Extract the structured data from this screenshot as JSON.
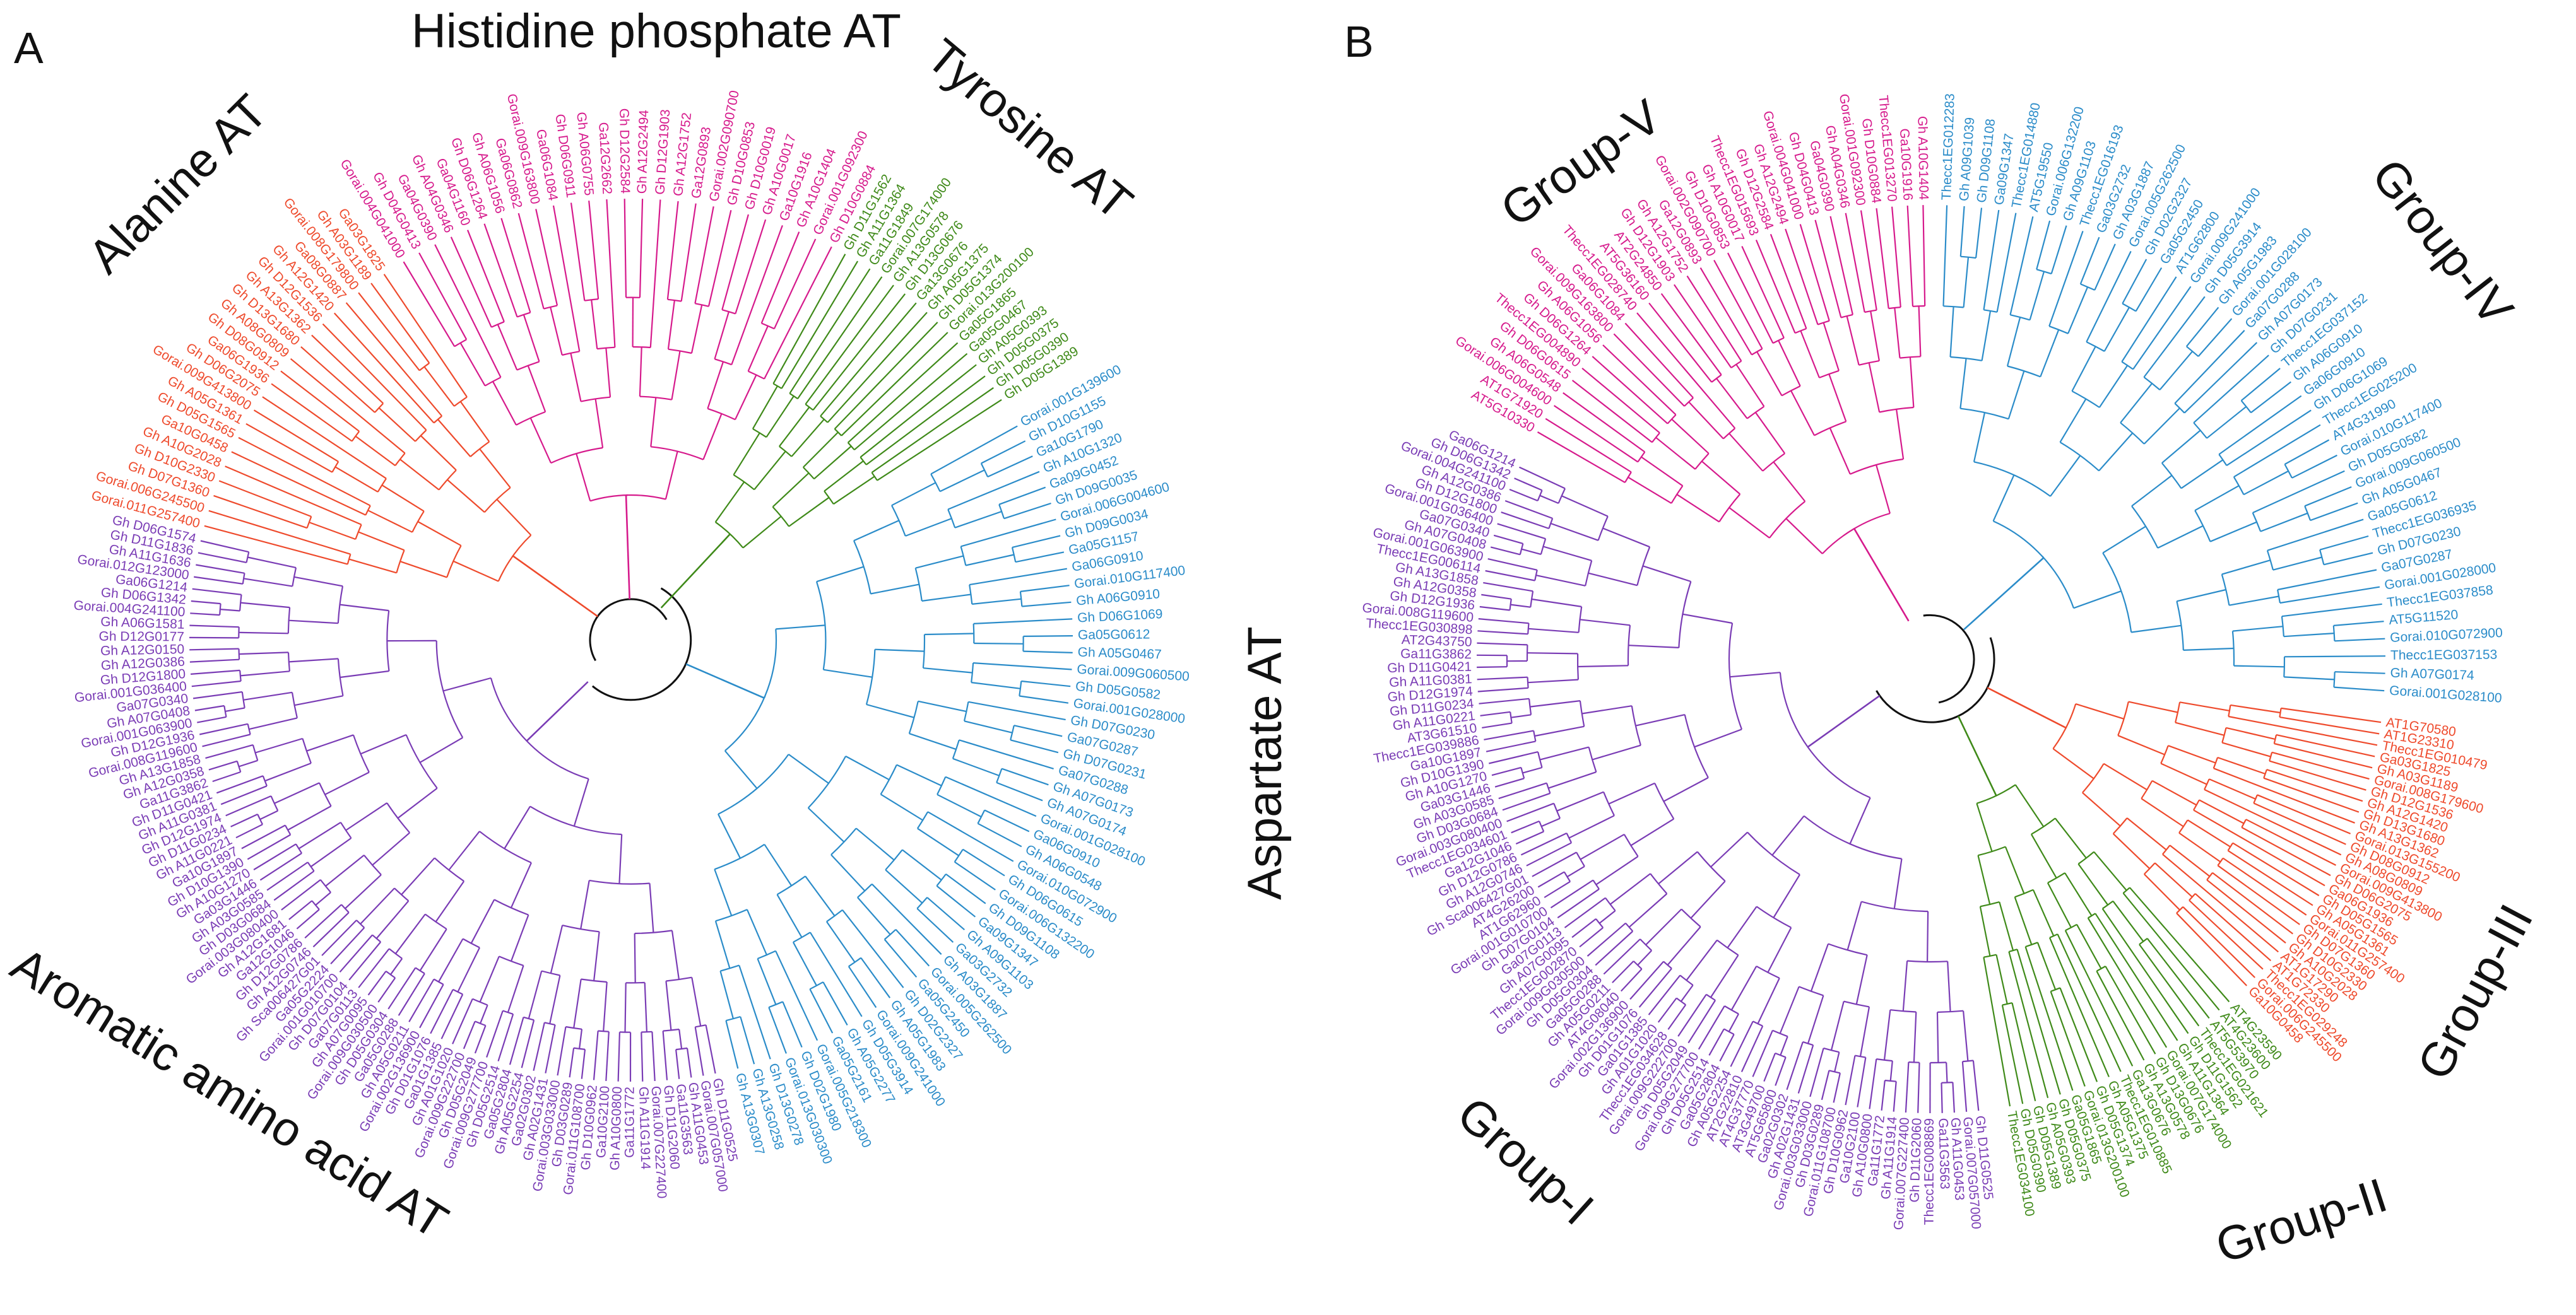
{
  "panels": [
    {
      "id": "A",
      "label": "A",
      "clades": [
        {
          "key": "alanine",
          "label": "Alanine AT",
          "color": "#ee4a2c",
          "leaves": [
            "Gorai.011G257400",
            "Gorai.006G245500",
            "Gh D07G1360",
            "Gh D10G2330",
            "Gh A10G2028",
            "Ga10G0458",
            "Gh D05G1565",
            "Gh A05G1361",
            "Gorai.009G413800",
            "Gh D06G2075",
            "Ga06G1936",
            "Gh D08G0912",
            "Gh A08G0809",
            "Gh D13G1680",
            "Gh A13G1362",
            "Gh D12G1536",
            "Gh A12G1420",
            "Ga08G0887",
            "Gorai.008G179800",
            "Gh A03G1189",
            "Ga03G1825"
          ]
        },
        {
          "key": "histidine",
          "label": "Histidine phosphate AT",
          "color": "#d61a8c",
          "leaves": [
            "Gorai.004G041000",
            "Gh D04G0413",
            "Ga04G0390",
            "Gh A04G0346",
            "Ga04G1160",
            "Gh D06G1264",
            "Gh A06G1056",
            "Ga06G0862",
            "Gorai.009G163800",
            "Ga06G1084",
            "Gh D06G0911",
            "Gh A06G0755",
            "Ga12G2662",
            "Gh D12G2584",
            "Gh A12G2494",
            "Gh D12G1903",
            "Gh A12G1752",
            "Ga12G0893",
            "Gorai.002G090700",
            "Gh D10G0853",
            "Gh D10G0019",
            "Gh A10G0017",
            "Ga10G1916",
            "Gh A10G1404",
            "Gorai.001G092300",
            "Gh D10G0884"
          ]
        },
        {
          "key": "tyrosine",
          "label": "Tyrosine AT",
          "color": "#3f8a19",
          "leaves": [
            "Gh D11G1562",
            "Gh A11G1364",
            "Ga11G1849",
            "Gorai.007G174000",
            "Gh A13G0578",
            "Gh D13G0676",
            "Ga13G0676",
            "Gh A05G1375",
            "Gh D05G1374",
            "Gorai.013G200100",
            "Ga05G1865",
            "Ga05G0467",
            "Gh A05G0393",
            "Gh D05G0375",
            "Gh D05G0390",
            "Gh D05G1389"
          ]
        },
        {
          "key": "aspartate",
          "label": "Aspartate AT",
          "color": "#2b8cc9",
          "leaves": [
            "Gorai.001G139600",
            "Gh D10G1155",
            "Ga10G1790",
            "Gh A10G1320",
            "Ga09G0452",
            "Gh D09G0035",
            "Gorai.006G004600",
            "Gh D09G0034",
            "Ga05G1157",
            "Ga06G0910",
            "Gorai.010G117400",
            "Gh A06G0910",
            "Gh D06G1069",
            "Ga05G0612",
            "Gh A05G0467",
            "Gorai.009G060500",
            "Gh D05G0582",
            "Gorai.001G028000",
            "Gh D07G0230",
            "Ga07G0287",
            "Gh D07G0231",
            "Ga07G0288",
            "Gh A07G0173",
            "Gh A07G0174",
            "Gorai.001G028100",
            "Ga06G0910",
            "Gh A06G0548",
            "Gorai.010G072900",
            "Gh D06G0615",
            "Gorai.006G132200",
            "Gh D09G1108",
            "Ga09G1347",
            "Gh A09G1103",
            "Ga03G2732",
            "Gh A03G1887",
            "Gorai.005G262500",
            "Ga05G2450",
            "Gh D02G2327",
            "Gh A05G1983",
            "Gorai.009G241000",
            "Gh D05G3914",
            "Gh A05G2277",
            "Ga05G2161",
            "Gorai.005G218300",
            "Gh D02G1980",
            "Gorai.013G030300",
            "Gh D13G0278",
            "Gh A13G0258",
            "Gh A13G0307"
          ]
        },
        {
          "key": "aromatic",
          "label": "Aromatic amino acid AT",
          "color": "#7a3cb5",
          "leaves": [
            "Gh D11G0525",
            "Gorai.007G057000",
            "Gh A11G0453",
            "Ga11G3563",
            "Gh D11G2060",
            "Gorai.007G227400",
            "Gh A11G1914",
            "Ga11G1772",
            "Gh A10G0800",
            "Ga10G2100",
            "Gh D10G0962",
            "Gorai.011G108700",
            "Gh D03G0289",
            "Gorai.003G033000",
            "Gh A02G1431",
            "Ga02G0302",
            "Gh A05G2254",
            "Ga05G2804",
            "Gh D05G2514",
            "Gorai.009G277700",
            "Gh D05G2049",
            "Gorai.009G222700",
            "Gh A01G1020",
            "Ga01G1385",
            "Gh D01G1076",
            "Gorai.002G136900",
            "Gh A05G0211",
            "Ga05G0288",
            "Gh D05G0304",
            "Gorai.009G030500",
            "Gh A07G0095",
            "Ga07G0113",
            "Gh D07G0104",
            "Gorai.001G010700",
            "Ga05G2224",
            "Gh Sca006427G01",
            "Gh A12G0746",
            "Gh D12G0786",
            "Ga12G1046",
            "Gh A12G1681",
            "Gorai.003G080400",
            "Gh D03G0684",
            "Gh A03G0585",
            "Ga03G1446",
            "Gh A10G1270",
            "Gh D10G1390",
            "Ga10G1897",
            "Gh A11G0221",
            "Gh D11G0234",
            "Gh D12G1974",
            "Gh A11G0381",
            "Gh D11G0421",
            "Ga11G3862",
            "Gh A12G0358",
            "Gh A13G1858",
            "Gorai.008G119600",
            "Gh D12G1936",
            "Gorai.001G063900",
            "Gh A07G0408",
            "Ga07G0340",
            "Gorai.001G036400",
            "Gh D12G1800",
            "Gh A12G0386",
            "Gh A12G0150",
            "Gh D12G0177",
            "Gh A06G1581",
            "Gorai.004G241100",
            "Gh D06G1342",
            "Ga06G1214",
            "Gorai.012G123000",
            "Gh A11G1636",
            "Gh D11G1836",
            "Gh D06G1574"
          ]
        }
      ]
    },
    {
      "id": "B",
      "label": "B",
      "clades": [
        {
          "key": "group5",
          "label": "Group-V",
          "color": "#d61a8c",
          "leaves": [
            "AT5G10330",
            "AT1G71920",
            "Gorai.006G004600",
            "Gh A06G0548",
            "Gh D06G0615",
            "Thecc1EG004890",
            "Gh D06G1264",
            "Gh A06G1056",
            "Gorai.009G163800",
            "Ga06G1084",
            "Thecc1EG028740",
            "AT5G36160",
            "AT2G24850",
            "Gh D12G1903",
            "Gh A12G1752",
            "Ga12G0893",
            "Gorai.002G090700",
            "Gh D10G0853",
            "Gh A10G0017",
            "Thecc1EG015693",
            "Gh D12G2584",
            "Gh A12G2494",
            "Gorai.004G041000",
            "Gh D04G0413",
            "Ga04G0390",
            "Gh A04G0346",
            "Gorai.001G092300",
            "Gh D10G0884",
            "Thecc1EG013270",
            "Ga10G1916",
            "Gh A10G1404"
          ]
        },
        {
          "key": "group4",
          "label": "Group-IV",
          "color": "#2b8cc9",
          "leaves": [
            "Thecc1EG012283",
            "Gh A09G1039",
            "Gh D09G1108",
            "Ga09G1347",
            "Thecc1EG014880",
            "AT5G19550",
            "Gorai.006G132200",
            "Gh A09G1103",
            "Thecc1EG016193",
            "Ga03G2732",
            "Gh A03G1887",
            "Gorai.005G262500",
            "Gh D02G2327",
            "Ga05G2450",
            "AT1G62800",
            "Gorai.009G241000",
            "Gh D05G3914",
            "Gh A05G1983",
            "Gorai.001G028100",
            "Ga07G0288",
            "Gh A07G0173",
            "Gh D07G0231",
            "Thecc1EG037152",
            "Gh A06G0910",
            "Ga06G0910",
            "Gh D06G1069",
            "Thecc1EG025200",
            "AT4G31990",
            "Gorai.010G117400",
            "Gh D05G0582",
            "Gorai.009G060500",
            "Gh A05G0467",
            "Ga05G0612",
            "Thecc1EG036935",
            "Gh D07G0230",
            "Ga07G0287",
            "Gorai.001G028000",
            "Thecc1EG037858",
            "AT5G11520",
            "Gorai.010G072900",
            "Thecc1EG037153",
            "Gh A07G0174",
            "Gorai.001G028100"
          ]
        },
        {
          "key": "group3",
          "label": "Group-III",
          "color": "#ee4a2c",
          "leaves": [
            "AT1G70580",
            "AT1G23310",
            "Thecc1EG010479",
            "Ga03G1825",
            "Gh A03G1189",
            "Gorai.008G179600",
            "Gh D12G1536",
            "Gh A12G1420",
            "Gh D13G1680",
            "Gh A13G1362",
            "Gorai.013G155200",
            "Gh D08G0912",
            "Gh A08G0809",
            "Gorai.009G413800",
            "Gh D06G2075",
            "Ga06G1936",
            "Gh D05G1565",
            "Gh A05G1361",
            "Gorai.011G257400",
            "Gh D07G1360",
            "Gh D10G2330",
            "Gh A10G2028",
            "AT1G17290",
            "AT1G72330",
            "Thecc1EG029248",
            "Gorai.006G245500",
            "Ga10G0458"
          ]
        },
        {
          "key": "group2",
          "label": "Group-II",
          "color": "#3f8a19",
          "leaves": [
            "AT4G23590",
            "AT4G23600",
            "AT5G53970",
            "Thecc1EG021621",
            "Gh D11G1562",
            "Gh A11G1364",
            "Gorai.007G174000",
            "Gh D13G0676",
            "Gh A13G0578",
            "Ga13G0676",
            "Thecc1EG010885",
            "Gh A05G1375",
            "Gh D05G1374",
            "Gorai.013G200100",
            "Ga05G1865",
            "Gh D05G0375",
            "Gh A05G0393",
            "Gh D05G1389",
            "Gh D05G0390",
            "Thecc1EG034100"
          ]
        },
        {
          "key": "group1",
          "label": "Group-I",
          "color": "#7a3cb5",
          "leaves": [
            "Gh D11G0525",
            "Gorai.007G057000",
            "Gh A11G0453",
            "Ga11G3563",
            "Thecc1EG008869",
            "Gh D11G2060",
            "Gorai.007G227400",
            "Gh A11G1914",
            "Ga11G1772",
            "Gh A10G0800",
            "Ga10G2100",
            "Gh D10G0962",
            "Gorai.011G108700",
            "Gh D03G0289",
            "Gorai.003G033000",
            "Gh A02G1431",
            "Ga02G0302",
            "AT5G65800",
            "AT3G49700",
            "AT4G37770",
            "AT2G22810",
            "Gh A05G2254",
            "Ga05G2804",
            "Gh D05G2514",
            "Gorai.009G277700",
            "Gh D05G2049",
            "Gorai.009G222700",
            "Thecc1EG034628",
            "Gh A01G1020",
            "Ga01G1385",
            "Gh D01G1076",
            "Gorai.002G136900",
            "AT4G08040",
            "Gh A05G0211",
            "Ga05G0288",
            "Gh D05G0304",
            "Gorai.009G030500",
            "Thecc1EG002870",
            "Gh A07G0095",
            "Ga07G0113",
            "Gh D07G0104",
            "Gorai.001G010700",
            "AT1G62960",
            "AT4G26200",
            "Gh Sca006427G01",
            "Gh A12G0746",
            "Gh D12G0786",
            "Ga12G1046",
            "Thecc1EG034601",
            "Gorai.003G080400",
            "Gh D03G0684",
            "Gh A03G0585",
            "Ga03G1446",
            "Gh A10G1270",
            "Gh D10G1390",
            "Ga10G1897",
            "Thecc1EG039886",
            "AT3G61510",
            "Gh A11G0221",
            "Gh D11G0234",
            "Gh D12G1974",
            "Gh A11G0381",
            "Gh D11G0421",
            "Ga11G3862",
            "AT2G43750",
            "Thecc1EG030898",
            "Gorai.008G119600",
            "Gh D12G1936",
            "Gh A12G0358",
            "Gh A13G1858",
            "Thecc1EG006114",
            "Gorai.001G063900",
            "Gh A07G0408",
            "Ga07G0340",
            "Gorai.001G036400",
            "Gh D12G1800",
            "Gh A12G0386",
            "Gorai.004G241100",
            "Gh D06G1342",
            "Ga06G1214"
          ]
        }
      ]
    }
  ]
}
